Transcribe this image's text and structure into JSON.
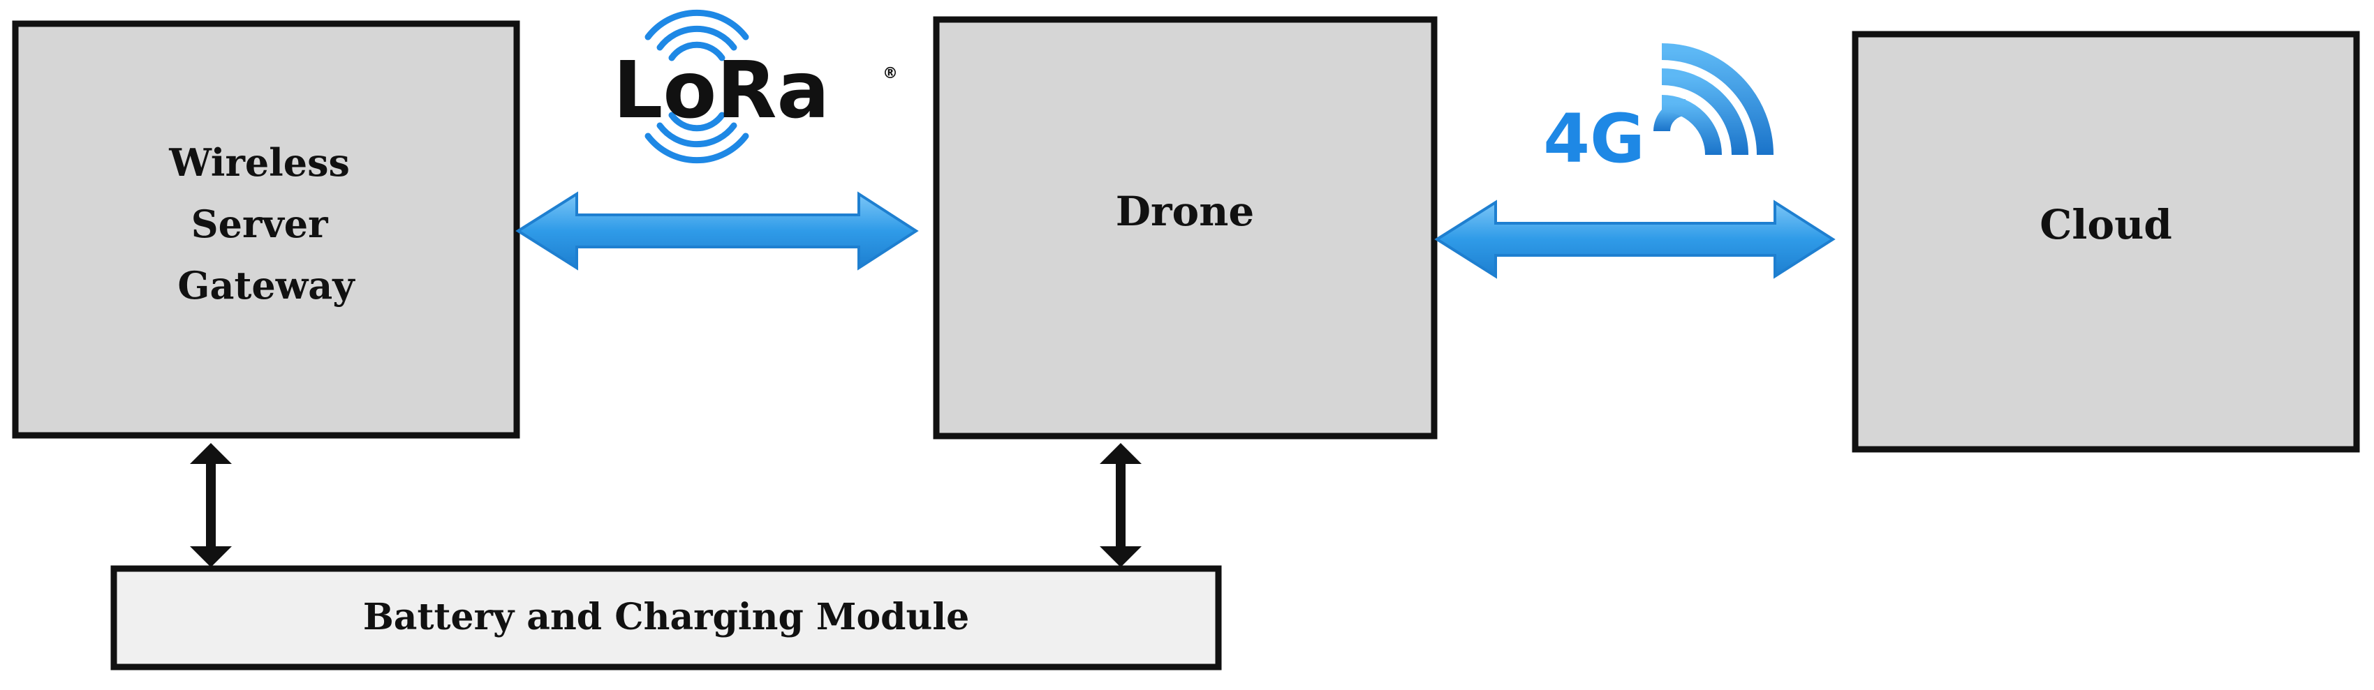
{
  "diagram": {
    "nodes": {
      "gateway": {
        "label_lines": [
          "Wireless",
          "Server",
          "Gateway"
        ]
      },
      "drone": {
        "label_lines": [
          "Drone"
        ]
      },
      "cloud": {
        "label_lines": [
          "Cloud"
        ]
      },
      "battery": {
        "label_lines": [
          "Battery and Charging Module"
        ]
      }
    },
    "links": {
      "gateway_drone": {
        "logo_text": "LoRa",
        "logo_mark": "®"
      },
      "drone_cloud": {
        "logo_text": "4G"
      }
    },
    "colors": {
      "box_fill": "#d6d6d6",
      "battery_fill": "#f0f0f0",
      "box_stroke": "#111111",
      "wireless_arrow": "#2f9be8",
      "wireless_arrow_dark": "#1e7fd0",
      "wired_arrow": "#111111",
      "lora_text": "#111111",
      "lora_waves": "#1e88e5",
      "fourg": "#1e88e5"
    },
    "icons": {
      "lora": "lora-logo-icon",
      "fourg": "4g-signal-icon"
    }
  }
}
